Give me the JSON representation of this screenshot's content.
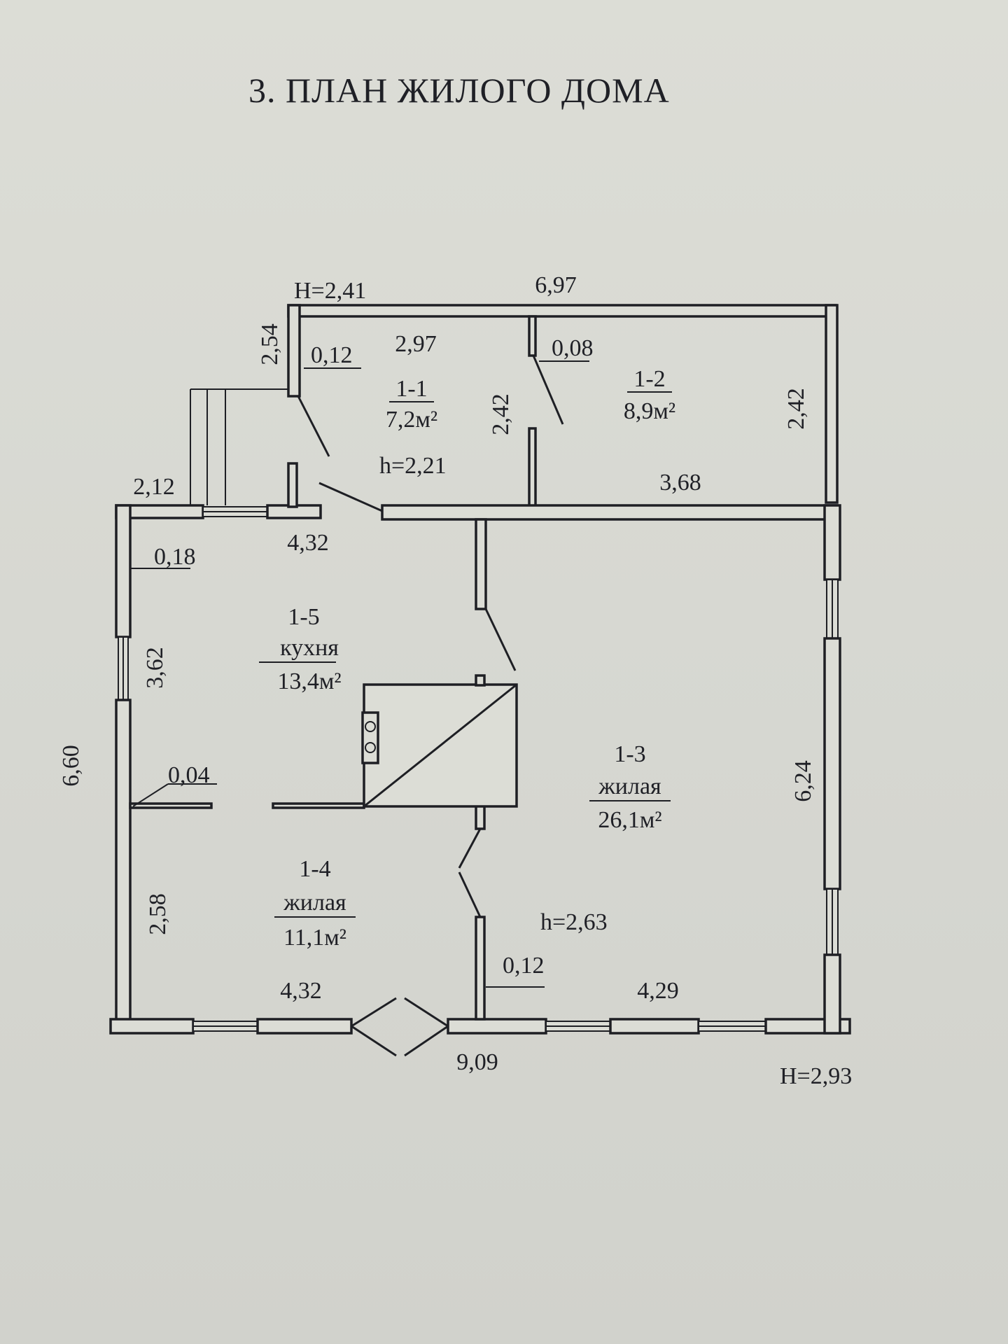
{
  "title": "3. ПЛАН ЖИЛОГО ДОМА",
  "height_markers": {
    "top": "Н=2,41",
    "bottom": "Н=2,93"
  },
  "ceiling_heights": {
    "front": "h=2,21",
    "main": "h=2,63"
  },
  "rooms": {
    "r11": {
      "number": "1-1",
      "area": "7,2м²"
    },
    "r12": {
      "number": "1-2",
      "area": "8,9м²"
    },
    "r13": {
      "number": "1-3",
      "type": "жилая",
      "area": "26,1м²"
    },
    "r14": {
      "number": "1-4",
      "type": "жилая",
      "area": "11,1м²"
    },
    "r15": {
      "number": "1-5",
      "type": "кухня",
      "area": "13,4м²"
    }
  },
  "dimensions": {
    "top_total": "6,97",
    "left_upper": "2,54",
    "wall_011": "0,12",
    "r11_width": "2,97",
    "wall_012": "0,08",
    "r11_depth": "2,42",
    "r12_depth": "2,42",
    "r12_width": "3,68",
    "porch": "2,12",
    "r15_width": "4,32",
    "wall_018": "0,18",
    "r15_depth": "3,62",
    "overall_depth": "6,60",
    "wall_004": "0,04",
    "r13_depth": "6,24",
    "r14_depth": "2,58",
    "r14_width": "4,32",
    "wall_0012_lower": "0,12",
    "r13_width": "4,29",
    "overall_width": "9,09"
  }
}
